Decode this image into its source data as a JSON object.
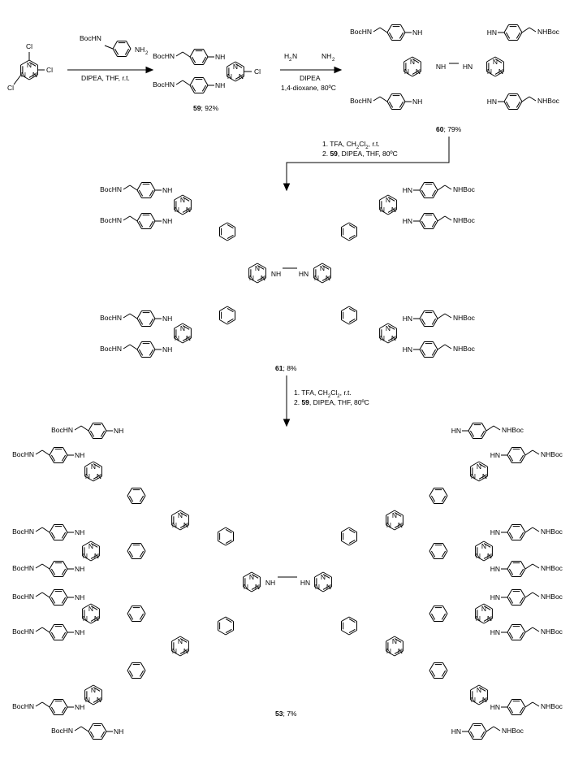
{
  "labels": {
    "boc_nh": "BocHN",
    "nh_boc": "NHBoc",
    "nh": "NH",
    "hn": "HN",
    "n": "N",
    "cl": "Cl",
    "nh2": "NH",
    "h2n": "H",
    "sub2": "2"
  },
  "step1": {
    "reagent_label": "BocHN",
    "conditions": "DIPEA, THF, r.t."
  },
  "step2": {
    "conditions_base": "DIPEA",
    "conditions_solvent": "1,4-dioxane, 80ºC"
  },
  "step3": {
    "line1_a": "1. TFA, CH",
    "line1_sub": "2",
    "line1_b": "Cl",
    "line1_sub2": "2",
    "line1_c": ", r.t.",
    "line2_a": "2. ",
    "line2_num": "59",
    "line2_b": ", DIPEA, THF, 80ºC"
  },
  "compounds": {
    "c59": {
      "num": "59",
      "yield": "; 92%"
    },
    "c60": {
      "num": "60",
      "yield": "; 79%"
    },
    "c61": {
      "num": "61",
      "yield": "; 8%"
    },
    "c53": {
      "num": "53",
      "yield": "; 7%"
    }
  },
  "colors": {
    "ink": "#000000",
    "background": "#ffffff"
  }
}
